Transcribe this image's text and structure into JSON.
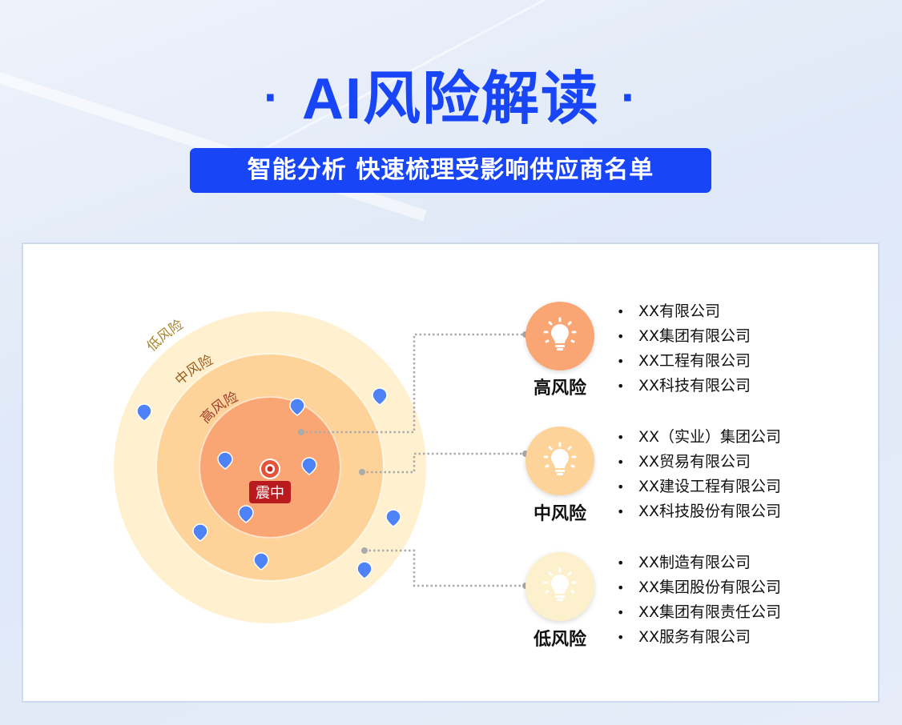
{
  "header": {
    "title": "AI风险解读",
    "title_dot": "·",
    "subtitle": "智能分析 快速梳理受影响供应商名单"
  },
  "diagram": {
    "ring_labels": {
      "low": "低风险",
      "mid": "中风险",
      "high": "高风险"
    },
    "epicenter_label": "震中",
    "colors": {
      "low": "#fff1cf",
      "mid": "#fdd39a",
      "high": "#f9a574",
      "marker": "#4e82f7",
      "epicenter": "#b81a1e"
    }
  },
  "levels": [
    {
      "label": "高风险",
      "color": "#f9a574",
      "companies": [
        "XX有限公司",
        "XX集团有限公司",
        "XX工程有限公司",
        "XX科技有限公司"
      ]
    },
    {
      "label": "中风险",
      "color": "#fdd39a",
      "companies": [
        "XX（实业）集团公司",
        "XX贸易有限公司",
        "XX建设工程有限公司",
        "XX科技股份有限公司"
      ]
    },
    {
      "label": "低风险",
      "color": "#fdf0cc",
      "companies": [
        "XX制造有限公司",
        "XX集团股份有限公司",
        "XX集团有限责任公司",
        "XX服务有限公司"
      ]
    }
  ]
}
